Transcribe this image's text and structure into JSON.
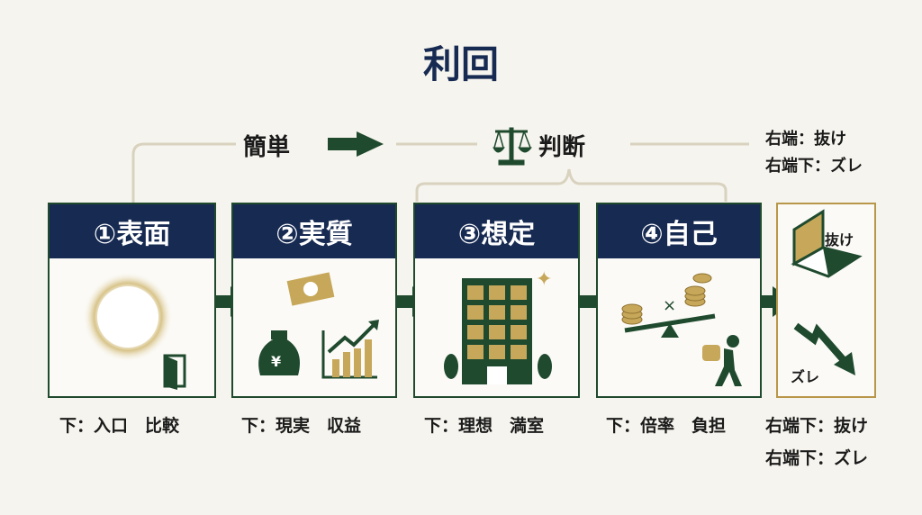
{
  "title": "利回",
  "top": {
    "simple": "簡単",
    "judge": "判断",
    "right_note": [
      "右端：抜け",
      "右端下：ズレ"
    ]
  },
  "panels": [
    {
      "header": "①表面",
      "caption": "下：入口　比較"
    },
    {
      "header": "②実質",
      "caption": "下：現実　収益"
    },
    {
      "header": "③想定",
      "caption": "下：理想　満室"
    },
    {
      "header": "④自己",
      "caption": "下：倍率　負担"
    }
  ],
  "right_panel": {
    "nuke": "抜け",
    "zure": "ズレ",
    "captions": [
      "右端下：抜け",
      "右端下：ズレ"
    ]
  },
  "colors": {
    "navy": "#172a52",
    "green": "#1f4a2e",
    "gold": "#b8974a"
  }
}
